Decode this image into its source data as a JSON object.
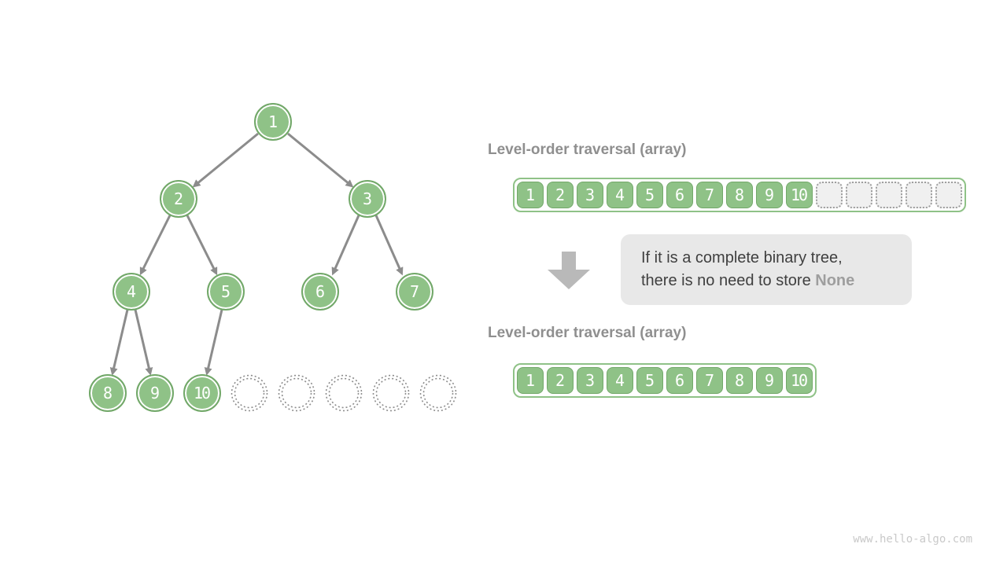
{
  "colors": {
    "green-fill": "#8FC287",
    "green-border": "#72A869",
    "edge-gray": "#8C8C8C",
    "title-gray": "#8F8F8F",
    "text-dark": "#3F3F3F",
    "none-gray": "#9E9E9E",
    "callout-bg": "#E8E8E8",
    "big-arrow-gray": "#B9B9B9",
    "empty-cell-bg": "#F0F0F0",
    "empty-cell-border": "#9E9E9E",
    "watermark-gray": "#C9C9C9"
  },
  "tree": {
    "nodes": [
      "1",
      "2",
      "3",
      "4",
      "5",
      "6",
      "7",
      "8",
      "9",
      "10"
    ],
    "empty_slots": 5
  },
  "top_array": {
    "title": "Level-order traversal (array)",
    "values": [
      "1",
      "2",
      "3",
      "4",
      "5",
      "6",
      "7",
      "8",
      "9",
      "10"
    ],
    "empty_cells": 5
  },
  "callout": {
    "line1": "If it is a complete binary tree,",
    "line2": "there is no need to store ",
    "highlight": "None"
  },
  "bottom_array": {
    "title": "Level-order traversal (array)",
    "values": [
      "1",
      "2",
      "3",
      "4",
      "5",
      "6",
      "7",
      "8",
      "9",
      "10"
    ]
  },
  "watermark": "www.hello-algo.com"
}
